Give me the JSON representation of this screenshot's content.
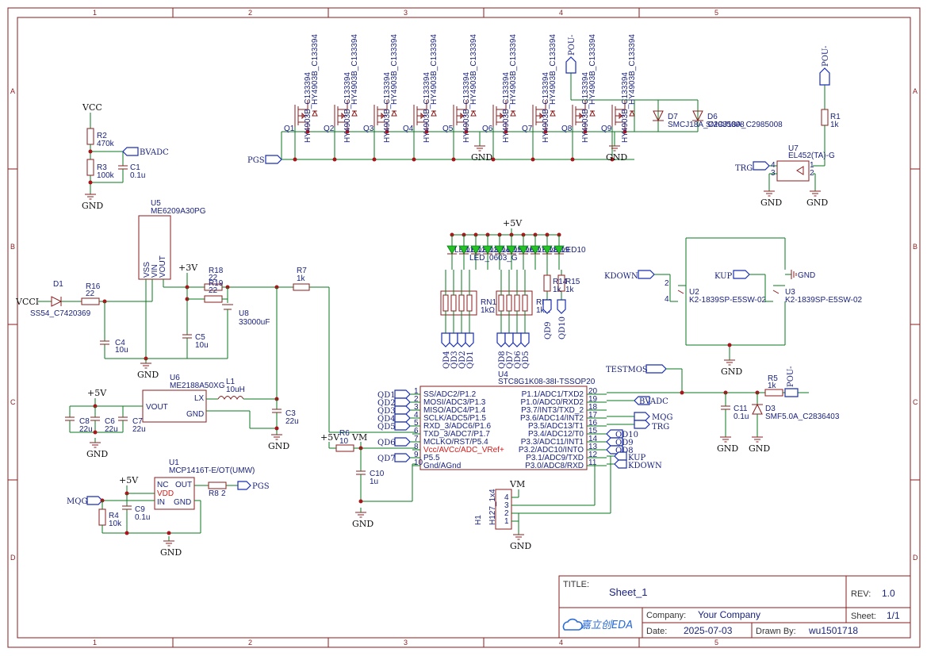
{
  "frame": {
    "columns": [
      "1",
      "2",
      "3",
      "4",
      "5"
    ],
    "rows": [
      "A",
      "B",
      "C",
      "D"
    ]
  },
  "title_block": {
    "title_label": "TITLE:",
    "title": "Sheet_1",
    "rev_label": "REV:",
    "rev": "1.0",
    "company_label": "Company:",
    "company": "Your Company",
    "sheet_label": "Sheet:",
    "sheet": "1/1",
    "date_label": "Date:",
    "date": "2025-07-03",
    "drawn_label": "Drawn By:",
    "drawn_by": "wu1501718",
    "logo_text": "嘉立创EDA"
  },
  "mosfets": {
    "refs": [
      "Q1",
      "Q2",
      "Q3",
      "Q4",
      "Q5",
      "Q6",
      "Q7",
      "Q8",
      "Q9"
    ],
    "value": "HY4903B_C133394"
  },
  "tvs": {
    "d7_ref": "D7",
    "d7_value": "SMCJ18A_C2985008",
    "d6_ref": "D6",
    "d6_value": "SMCJ18A_C2985008"
  },
  "nets": {
    "pou": "POU-",
    "pgs": "PGS",
    "gnd": "GND",
    "vcc": "VCC",
    "vcc2": "VCCI",
    "bvadc": "BVADC",
    "p3v": "+3V",
    "p5v": "+5V",
    "vm": "VM",
    "mqg": "MQG",
    "trg": "TRG",
    "kdown": "KDOWN",
    "kup": "KUP",
    "testmos": "TESTMOS"
  },
  "divider": {
    "r2_ref": "R2",
    "r2_val": "470k",
    "r3_ref": "R3",
    "r3_val": "100k",
    "c1_ref": "C1",
    "c1_val": "0.1u"
  },
  "ldo": {
    "u5_ref": "U5",
    "u5_val": "ME6209A30PG",
    "pins": [
      "VSS",
      "VIN",
      "VOUT"
    ],
    "d1_ref": "D1",
    "d1_val": "SS54_C7420369",
    "r16_ref": "R16",
    "r16_val": "22",
    "c4_ref": "C4",
    "c4_val": "10u",
    "c5_ref": "C5",
    "c5_val": "10u",
    "r18_ref": "R18",
    "r18_val": "22",
    "r19_ref": "R19",
    "r19_val": "22",
    "u8_ref": "U8",
    "u8_val": "33000uF",
    "r7_ref": "R7",
    "r7_val": "1k"
  },
  "buck": {
    "u6_ref": "U6",
    "u6_val": "ME2188A50XG",
    "pin_vout": "VOUT",
    "pin_lx": "LX",
    "pin_gnd": "GND",
    "l1_ref": "L1",
    "l1_val": "10uH",
    "c3_ref": "C3",
    "c3_val": "22u",
    "c8_ref": "C8",
    "c8_val": "22u",
    "c6_ref": "C6",
    "c6_val": "22u",
    "c7_ref": "C7",
    "c7_val": "22u"
  },
  "driver": {
    "u1_ref": "U1",
    "u1_val": "MCP1416T-E/OT(UMW)",
    "pins_left": [
      "NC",
      "VDD",
      "IN"
    ],
    "pin_out": "OUT",
    "pin_gnd": "GND",
    "r8_ref": "R8",
    "r8_val": "2",
    "r4_ref": "R4",
    "r4_val": "10k",
    "c9_ref": "C9",
    "c9_val": "0.1u"
  },
  "mcu": {
    "ref": "U4",
    "value": "STC8G1K08-38I-TSSOP20",
    "left_pins": [
      "SS/ADC2/P1.2",
      "MOSI/ADC3/P1.3",
      "MISO/ADC4/P1.4",
      "SCLK/ADC5/P1.5",
      "RXD_3/ADC6/P1.6",
      "TXD_3/ADC7/P1.7",
      "MCLKO/RST/P5.4",
      "Vcc/AVCc/ADC_VRef+",
      "P5.5",
      "Gnd/AGnd"
    ],
    "left_nums": [
      "1",
      "2",
      "3",
      "4",
      "5",
      "6",
      "7",
      "8",
      "9",
      "10"
    ],
    "right_pins": [
      "P1.1/ADC1/TXD2",
      "P1.0/ADC0/RXD2",
      "P3.7/INT3/TXD_2",
      "P3.6/ADC14/INT2",
      "P3.5/ADC13/T1",
      "P3.4/ADC12/T0",
      "P3.3/ADC11/INT1",
      "P3.2/ADC10/INTO",
      "P3.1/ADC9/TXD",
      "P3.0/ADC8/RXD"
    ],
    "right_nums": [
      "20",
      "19",
      "18",
      "17",
      "16",
      "15",
      "14",
      "13",
      "12",
      "11"
    ],
    "left_nets": [
      "QD1",
      "QD2",
      "QD3",
      "QD4",
      "QD5",
      "",
      "QD6",
      "",
      "QD7",
      ""
    ],
    "right_nets": [
      "",
      "",
      "",
      "",
      "",
      "QD10",
      "QD9",
      "QD8",
      "",
      ""
    ],
    "r6_ref": "R6",
    "r6_val": "10",
    "c10_ref": "C10",
    "c10_val": "1u"
  },
  "leds": {
    "refs": [
      "LED1",
      "LED2",
      "LED3",
      "LED4",
      "LED5",
      "LED6",
      "LED7",
      "LED8",
      "LED9",
      "LED10"
    ],
    "value": "LED_0603_G",
    "rn1_ref": "RN1",
    "rn1_val": "1kΩ",
    "rn2_ref": "RN2",
    "rn2_val": "1kΩ",
    "r14_ref": "R14",
    "r15_ref": "R15",
    "r_val": "1k",
    "qd_a": [
      "QD4",
      "QD3",
      "QD2",
      "QD1"
    ],
    "qd_b": [
      "QD8",
      "QD7",
      "QD6",
      "QD5"
    ],
    "qd_c": [
      "QD9",
      "QD10"
    ]
  },
  "keys": {
    "u2_ref": "U2",
    "u3_ref": "U3",
    "value": "K2-1839SP-E5SW-02"
  },
  "opto": {
    "u7_ref": "U7",
    "u7_val": "EL452(TA)-G",
    "r1_ref": "R1",
    "r1_val": "1k"
  },
  "output": {
    "r5_ref": "R5",
    "r5_val": "1k",
    "c11_ref": "C11",
    "c11_val": "0.1u",
    "d3_ref": "D3",
    "d3_val": "SMF5.0A_C2836403"
  },
  "header": {
    "ref": "H1",
    "value": "H127_1x4",
    "pins": [
      "4",
      "3",
      "2",
      "1"
    ]
  }
}
